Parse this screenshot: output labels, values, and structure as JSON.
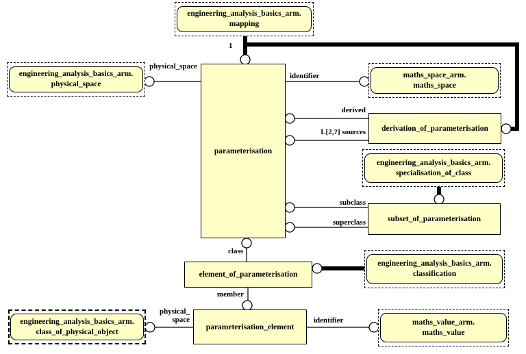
{
  "colors": {
    "box_fill": "#FFFFC8",
    "line": "#000000",
    "background": "#FFFFFF"
  },
  "nodes": {
    "mapping": {
      "type": "referenced-schema",
      "lines": [
        "engineering_analysis_basics_arm.",
        "mapping"
      ]
    },
    "physical_space_ref": {
      "type": "referenced-schema",
      "lines": [
        "engineering_analysis_basics_arm.",
        "physical_space"
      ]
    },
    "maths_space": {
      "type": "referenced-schema",
      "lines": [
        "maths_space_arm.",
        "maths_space"
      ]
    },
    "specialisation_of_class": {
      "type": "referenced-schema",
      "lines": [
        "engineering_analysis_basics_arm.",
        "specialisation_of_class"
      ]
    },
    "classification": {
      "type": "referenced-schema",
      "lines": [
        "engineering_analysis_basics_arm.",
        "classification"
      ]
    },
    "class_of_physical_object": {
      "type": "referenced-schema",
      "lines": [
        "engineering_analysis_basics_arm.",
        "class_of_physical_object"
      ]
    },
    "maths_value": {
      "type": "referenced-schema",
      "lines": [
        "maths_value_arm.",
        "maths_value"
      ]
    },
    "parameterisation": {
      "type": "entity",
      "label": "parameterisation"
    },
    "derivation_of_parameterisation": {
      "type": "entity",
      "label": "derivation_of_parameterisation"
    },
    "subset_of_parameterisation": {
      "type": "entity",
      "label": "subset_of_parameterisation"
    },
    "element_of_parameterisation": {
      "type": "entity",
      "label": "element_of_parameterisation"
    },
    "parameterisation_element": {
      "type": "entity",
      "label": "parameterisation_element"
    }
  },
  "edge_labels": {
    "cardinality_one": "1",
    "physical_space_top": "physical_space",
    "identifier_top": "identifier",
    "derived": "derived",
    "sources": "L[2,?] sources",
    "subclass": "subclass",
    "superclass": "superclass",
    "class": "class",
    "member": "member",
    "physical_bottom_line1": "physical_",
    "physical_bottom_line2": "space",
    "identifier_bottom": "identifier"
  },
  "edges": [
    {
      "from": "engineering_analysis_basics_arm.mapping",
      "to": "parameterisation",
      "label": "1",
      "style": "thick"
    },
    {
      "from": "engineering_analysis_basics_arm.mapping",
      "to": "derivation_of_parameterisation",
      "style": "thick"
    },
    {
      "from": "parameterisation",
      "to": "engineering_analysis_basics_arm.physical_space",
      "label": "physical_space",
      "style": "thin"
    },
    {
      "from": "parameterisation",
      "to": "maths_space_arm.maths_space",
      "label": "identifier",
      "style": "thin"
    },
    {
      "from": "derivation_of_parameterisation",
      "to": "parameterisation",
      "label": "derived",
      "style": "thin"
    },
    {
      "from": "derivation_of_parameterisation",
      "to": "parameterisation",
      "label": "L[2,?] sources",
      "style": "thin"
    },
    {
      "from": "engineering_analysis_basics_arm.specialisation_of_class",
      "to": "subset_of_parameterisation",
      "style": "thick"
    },
    {
      "from": "subset_of_parameterisation",
      "to": "parameterisation",
      "label": "subclass",
      "style": "thin"
    },
    {
      "from": "subset_of_parameterisation",
      "to": "parameterisation",
      "label": "superclass",
      "style": "thin"
    },
    {
      "from": "element_of_parameterisation",
      "to": "parameterisation",
      "label": "class",
      "style": "thin"
    },
    {
      "from": "engineering_analysis_basics_arm.classification",
      "to": "element_of_parameterisation",
      "style": "thick"
    },
    {
      "from": "parameterisation_element",
      "to": "element_of_parameterisation",
      "label": "member",
      "style": "thin"
    },
    {
      "from": "parameterisation_element",
      "to": "engineering_analysis_basics_arm.class_of_physical_object",
      "label": "physical_ space",
      "style": "thin"
    },
    {
      "from": "parameterisation_element",
      "to": "maths_value_arm.maths_value",
      "label": "identifier",
      "style": "thin"
    }
  ]
}
